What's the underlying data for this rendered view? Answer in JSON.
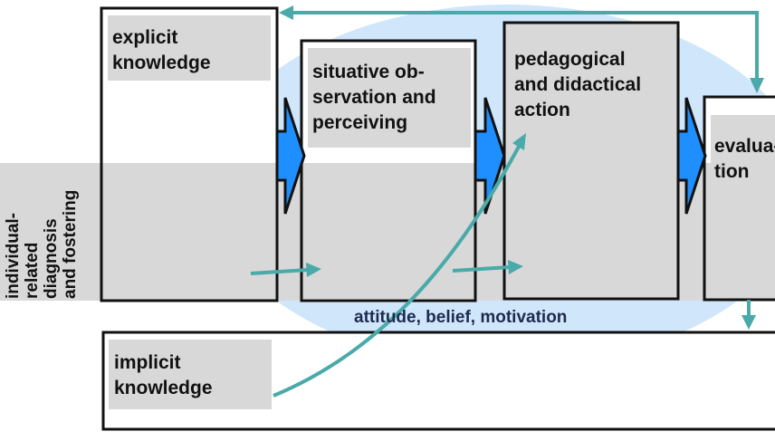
{
  "diagram": {
    "explicit_knowledge": "explicit\nknowledge",
    "situative": "situative ob-\nservation and\nperceiving",
    "pedagogical": "pedagogical\nand didactical\naction",
    "evaluation": "evalua-\ntion",
    "implicit_knowledge": "implicit\nknowledge",
    "band_label": "individual-\nrelated\ndiagnosis\nand fostering",
    "attitude": "attitude, belief, motivation"
  },
  "colors": {
    "ellipse": "#cfe6fb",
    "band": "#d8d8d8",
    "box_fill": "#d8d8d8",
    "arrow_blue": "#1f8fff",
    "teal": "#4aa9a9",
    "border": "#111111",
    "attitude_text": "#1d2b4f"
  }
}
